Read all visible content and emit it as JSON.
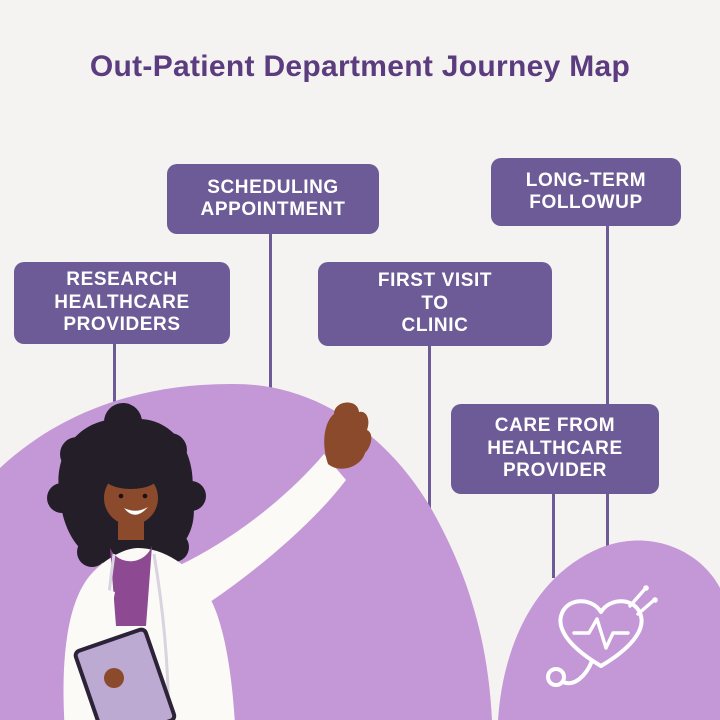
{
  "title": "Out-Patient Department Journey Map",
  "stages": [
    {
      "id": "research",
      "lines": [
        "RESEARCH",
        "HEALTHCARE",
        "PROVIDERS"
      ]
    },
    {
      "id": "scheduling",
      "lines": [
        "SCHEDULING",
        "APPOINTMENT"
      ]
    },
    {
      "id": "first-visit",
      "lines": [
        "FIRST VISIT",
        "TO",
        "CLINIC"
      ]
    },
    {
      "id": "followup",
      "lines": [
        "LONG-TERM",
        "FOLLOWUP"
      ]
    },
    {
      "id": "care",
      "lines": [
        "CARE FROM",
        "HEALTHCARE",
        "PROVIDER"
      ]
    }
  ],
  "icons": {
    "stethoscope": "stethoscope-heart-icon",
    "illustration": "female-doctor-waving-with-clipboard"
  },
  "colors": {
    "background": "#f5f3f1",
    "stage_box": "#6c5b96",
    "title_text": "#5b3c7e",
    "stage_text": "#ffffff",
    "blob": "#c498d6",
    "icon_stroke": "#ffffff"
  }
}
